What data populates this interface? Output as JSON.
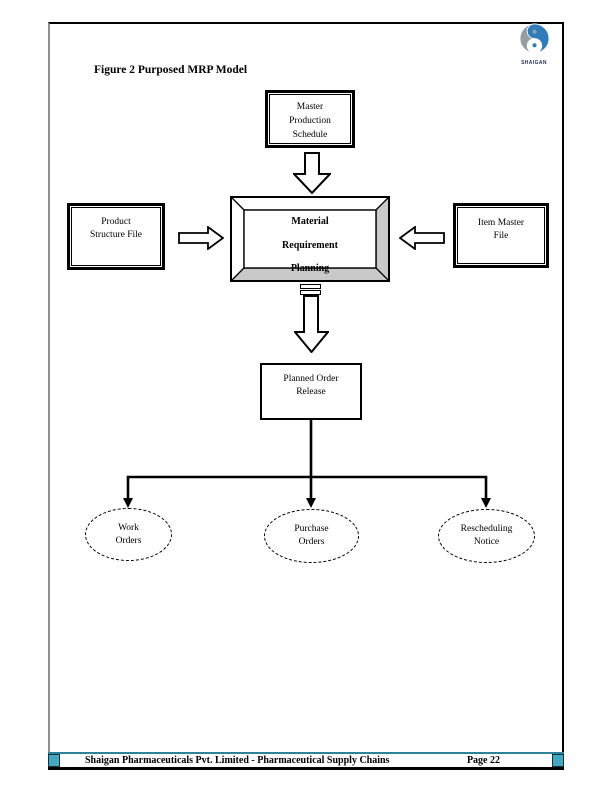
{
  "header": {
    "logo_brand": "SHAIGAN",
    "figure_title": "Figure 2 Purposed MRP Model"
  },
  "diagram": {
    "master_production_schedule": {
      "lines": [
        "Master",
        "Production",
        "Schedule"
      ]
    },
    "material_requirement_planning": {
      "lines": [
        "Material",
        "Requirement",
        "Planning"
      ]
    },
    "product_structure_file": {
      "lines": [
        "Product",
        "Structure File"
      ]
    },
    "item_master_file": {
      "lines": [
        "Item Master",
        "File"
      ]
    },
    "planned_order_release": {
      "lines": [
        "Planned Order",
        "Release"
      ]
    },
    "work_orders": {
      "lines": [
        "Work",
        "Orders"
      ]
    },
    "purchase_orders": {
      "lines": [
        "Purchase",
        "Orders"
      ]
    },
    "rescheduling_notice": {
      "lines": [
        "Rescheduling",
        "Notice"
      ]
    }
  },
  "footer": {
    "company_text": "Shaigan Pharmaceuticals Pvt. Limited -  Pharmaceutical Supply Chains",
    "page_label": "Page 22"
  },
  "colors": {
    "accent_teal_square": "#45A8C2",
    "footer_teal_line": "#2D8399",
    "logo_blue": "#2F7CB8",
    "logo_gray": "#9A9C9E",
    "left_border_gray": "#8F8F8F",
    "mrp_frame_shade": "#C9C9C9"
  }
}
